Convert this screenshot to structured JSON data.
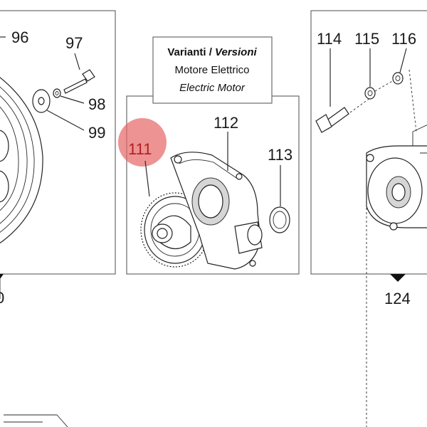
{
  "variant_box": {
    "line1_a": "Varianti / ",
    "line1_b": "Versioni",
    "line2": "Motore Elettrico",
    "line3": "Electric Motor"
  },
  "callouts": {
    "c96": "96",
    "c97": "97",
    "c98": "98",
    "c99": "99",
    "c111": "111",
    "c112": "112",
    "c113": "113",
    "c114": "114",
    "c115": "115",
    "c116": "116",
    "c124": "124",
    "c_left_partial": "0"
  },
  "colors": {
    "highlight": "#e86a6a",
    "highlight_text": "#b02020"
  }
}
